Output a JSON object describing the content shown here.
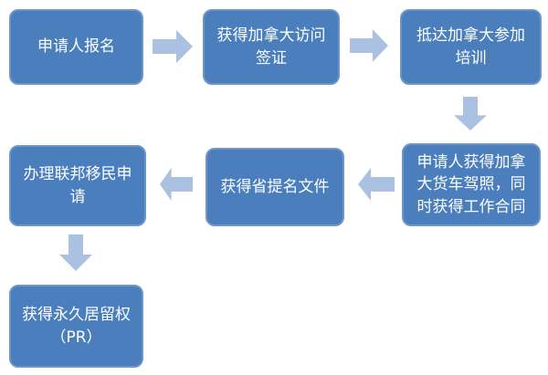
{
  "diagram": {
    "type": "flowchart",
    "colors": {
      "background": "#ffffff",
      "box_fill": "#4a7ebc",
      "box_border": "#6e96c8",
      "box_text": "#ffffff",
      "arrow": "#abc1e1"
    },
    "nodes": [
      {
        "id": "step-1",
        "label": "申请人报名"
      },
      {
        "id": "step-2",
        "label": "获得加拿大访问\n签证"
      },
      {
        "id": "step-3",
        "label": "抵达加拿大参加\n培训"
      },
      {
        "id": "step-4",
        "label": "申请人获得加拿\n大货车驾照，同\n时获得工作合同"
      },
      {
        "id": "step-5",
        "label": "获得省提名文件"
      },
      {
        "id": "step-6",
        "label": "办理联邦移民申\n请"
      },
      {
        "id": "step-7",
        "label": "获得永久居留权\n（PR）"
      }
    ],
    "connections": [
      {
        "from": "step-1",
        "to": "step-2",
        "direction": "right"
      },
      {
        "from": "step-2",
        "to": "step-3",
        "direction": "right"
      },
      {
        "from": "step-3",
        "to": "step-4",
        "direction": "down"
      },
      {
        "from": "step-4",
        "to": "step-5",
        "direction": "left"
      },
      {
        "from": "step-5",
        "to": "step-6",
        "direction": "left"
      },
      {
        "from": "step-6",
        "to": "step-7",
        "direction": "down"
      }
    ]
  }
}
